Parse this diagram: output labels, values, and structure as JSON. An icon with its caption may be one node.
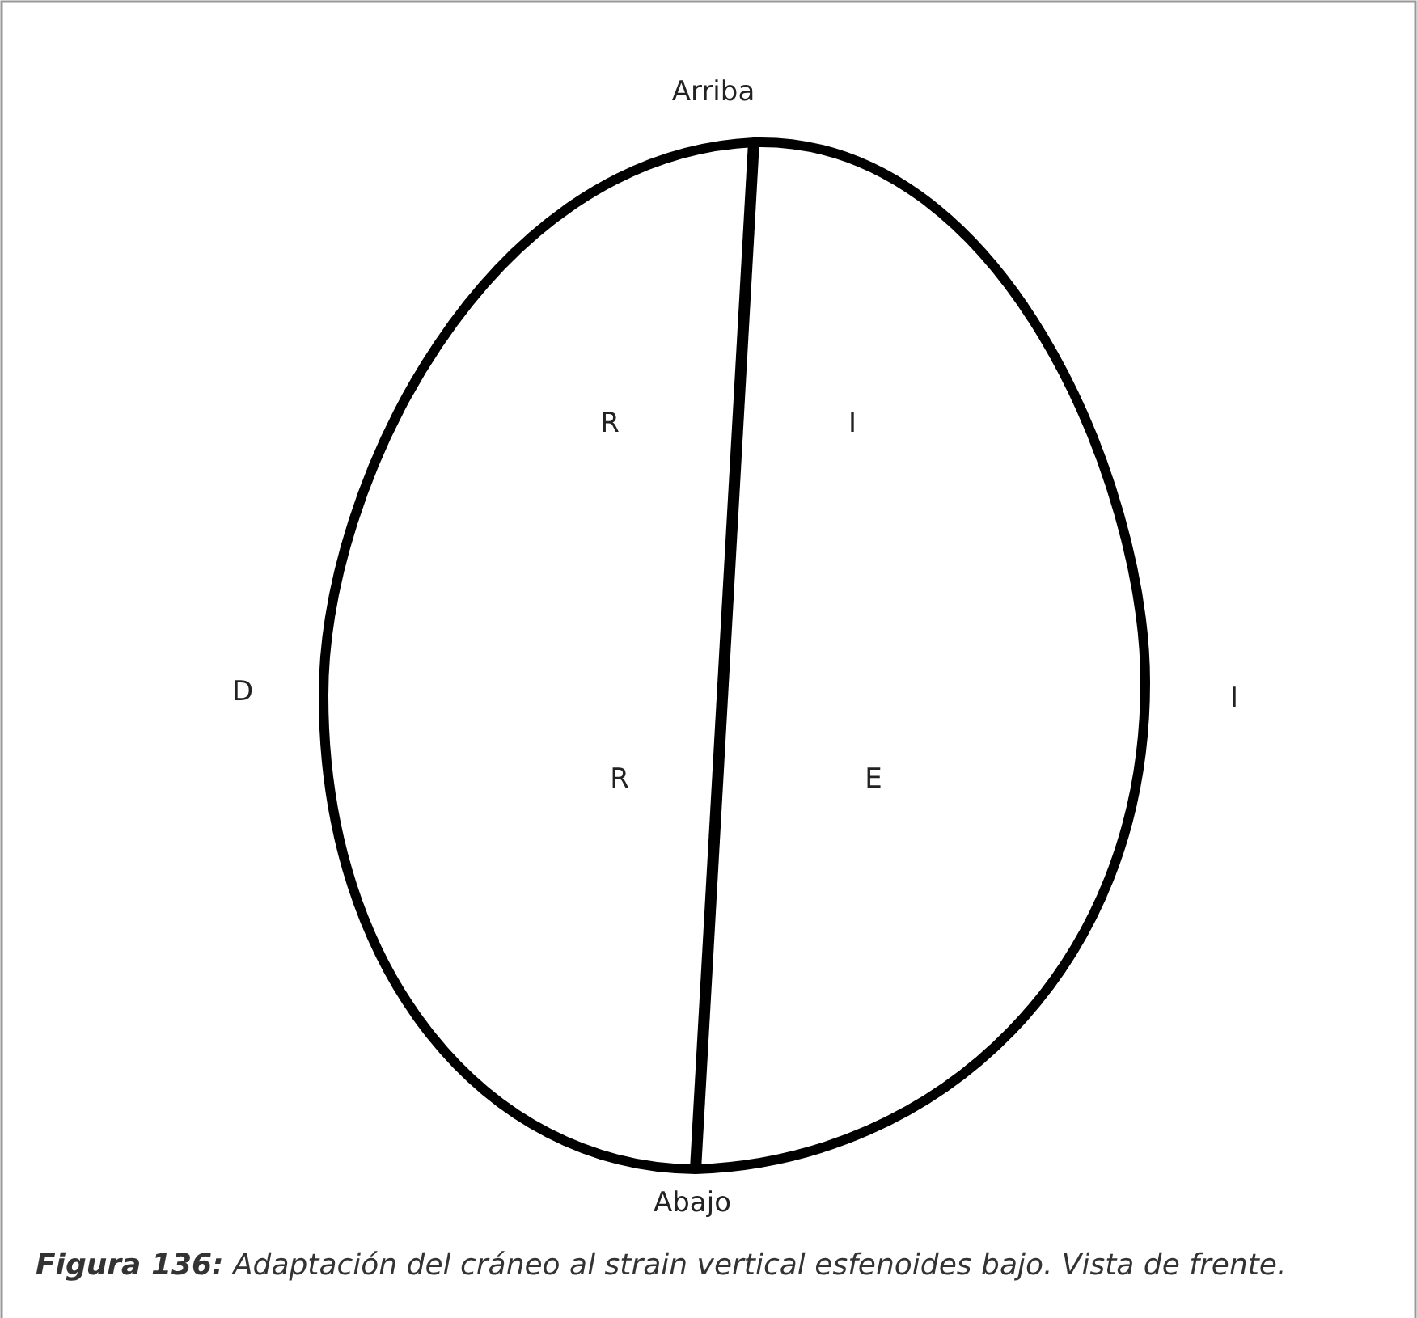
{
  "diagram": {
    "caption": "**Figura 136:** Adaptación del cráneo al strain vertical esfenoides bajo. Vista de frente.",
    "labels": [
      "Arriba",
      "R",
      "I",
      "D",
      "I",
      "R",
      "E",
      "Abajo"
    ]
  }
}
